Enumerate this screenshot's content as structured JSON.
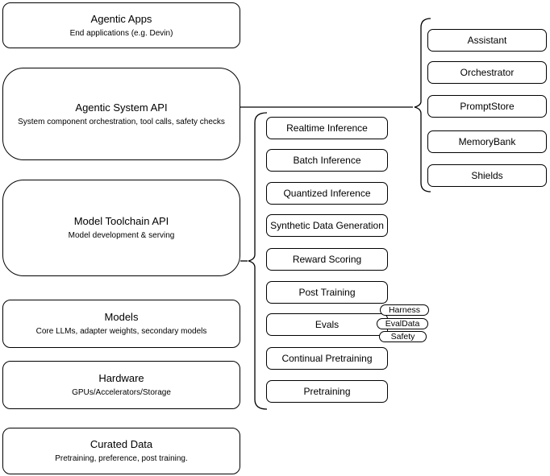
{
  "diagram_title": "Agentic system stack diagram",
  "colors": {
    "stroke": "#000000",
    "node_fill": "#ffffff",
    "background": "#ffffff",
    "text": "#000000"
  },
  "left_stack": [
    {
      "title": "Agentic Apps",
      "subtitle": "End applications (e.g. Devin)"
    },
    {
      "title": "Agentic System API",
      "subtitle": "System component orchestration, tool calls, safety checks"
    },
    {
      "title": "Model Toolchain API",
      "subtitle": "Model development & serving"
    },
    {
      "title": "Models",
      "subtitle": "Core LLMs, adapter weights, secondary models"
    },
    {
      "title": "Hardware",
      "subtitle": "GPUs/Accelerators/Storage"
    },
    {
      "title": "Curated Data",
      "subtitle": "Pretraining, preference, post training."
    }
  ],
  "toolchain": {
    "items": [
      "Realtime Inference",
      "Batch Inference",
      "Quantized Inference",
      "Synthetic Data Generation",
      "Reward Scoring",
      "Post Training",
      "Evals",
      "Continual Pretraining",
      "Pretraining"
    ]
  },
  "evals_tags": [
    "Harness",
    "EvalData",
    "Safety"
  ],
  "system_components": [
    "Assistant",
    "Orchestrator",
    "PromptStore",
    "MemoryBank",
    "Shields"
  ]
}
